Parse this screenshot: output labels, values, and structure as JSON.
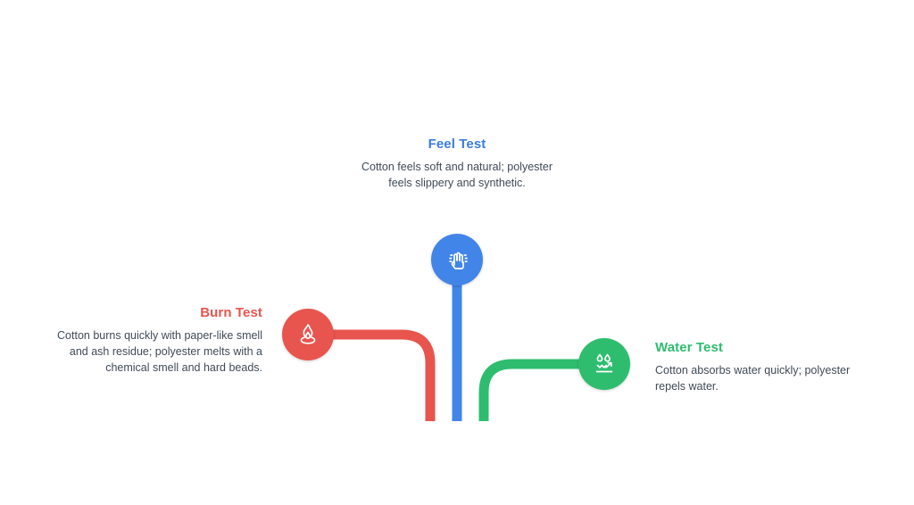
{
  "diagram": {
    "type": "fabric-identification-tests",
    "branches": [
      {
        "id": "burn",
        "title": "Burn Test",
        "body": "Cotton burns quickly with paper-like smell and ash residue; polyester melts with a chemical smell and hard beads.",
        "color": "#e8544e",
        "icon": "flame-icon"
      },
      {
        "id": "feel",
        "title": "Feel Test",
        "body": "Cotton feels soft and natural; polyester feels slippery and synthetic.",
        "color": "#3b7de0",
        "icon": "hand-touch-icon"
      },
      {
        "id": "water",
        "title": "Water Test",
        "body": "Cotton absorbs water quickly; polyester repels water.",
        "color": "#2ebd6f",
        "icon": "water-repellent-icon"
      }
    ]
  },
  "colors": {
    "burn": "#e8544e",
    "feel": "#4285e8",
    "water": "#2ebd6f",
    "background": "#ffffff",
    "body_text": "#3f4a57"
  }
}
